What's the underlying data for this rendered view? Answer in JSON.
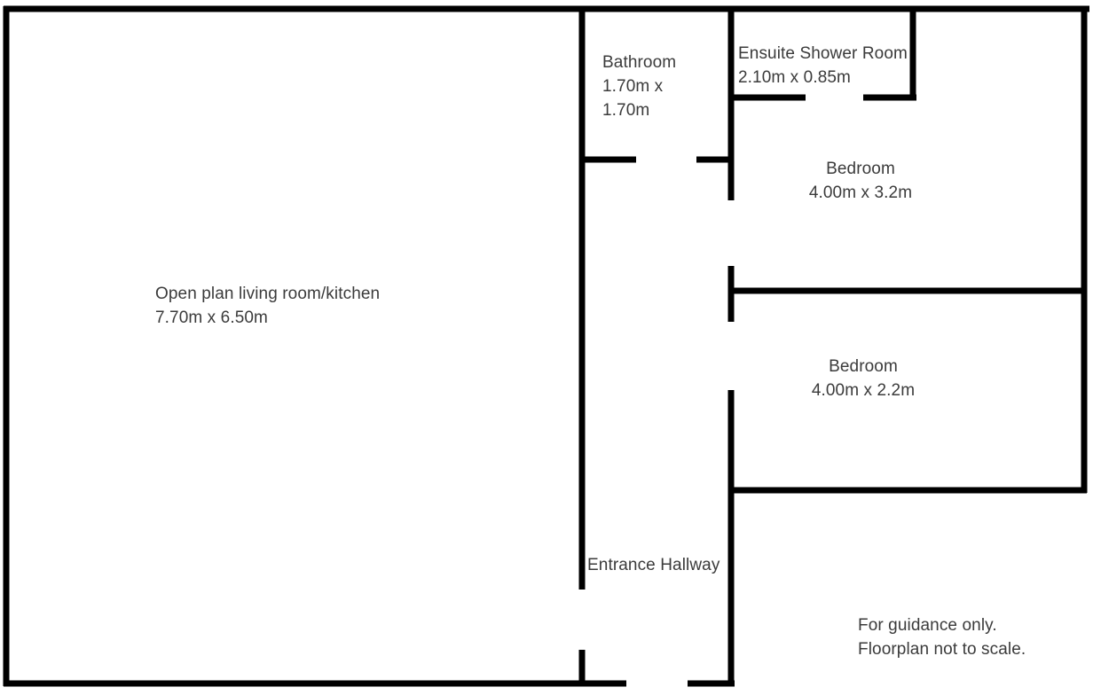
{
  "plan": {
    "title": "Floorplan",
    "rooms": [
      {
        "id": "living",
        "name": "Open plan living room/kitchen",
        "dimensions": "7.70m x 6.50m",
        "label": "Open plan living room/kitchen\n7.70m x 6.50m"
      },
      {
        "id": "bathroom",
        "name": "Bathroom",
        "dimensions": "1.70m x 1.70m",
        "label": "Bathroom\n1.70m x\n1.70m"
      },
      {
        "id": "ensuite",
        "name": "Ensuite Shower Room",
        "dimensions": "2.10m x 0.85m",
        "label": "Ensuite Shower Room\n2.10m x 0.85m"
      },
      {
        "id": "bedroom-1",
        "name": "Bedroom",
        "dimensions": "4.00m x 3.2m",
        "label": "Bedroom\n4.00m x 3.2m"
      },
      {
        "id": "bedroom-2",
        "name": "Bedroom",
        "dimensions": "4.00m x 2.2m",
        "label": "Bedroom\n4.00m x 2.2m"
      },
      {
        "id": "hallway",
        "name": "Entrance Hallway",
        "dimensions": "",
        "label": "Entrance Hallway"
      }
    ],
    "disclaimer": "For guidance only.\nFloorplan not to scale.",
    "colors": {
      "wall": "#000000",
      "text": "#3b3b3b",
      "background": "#ffffff"
    }
  }
}
